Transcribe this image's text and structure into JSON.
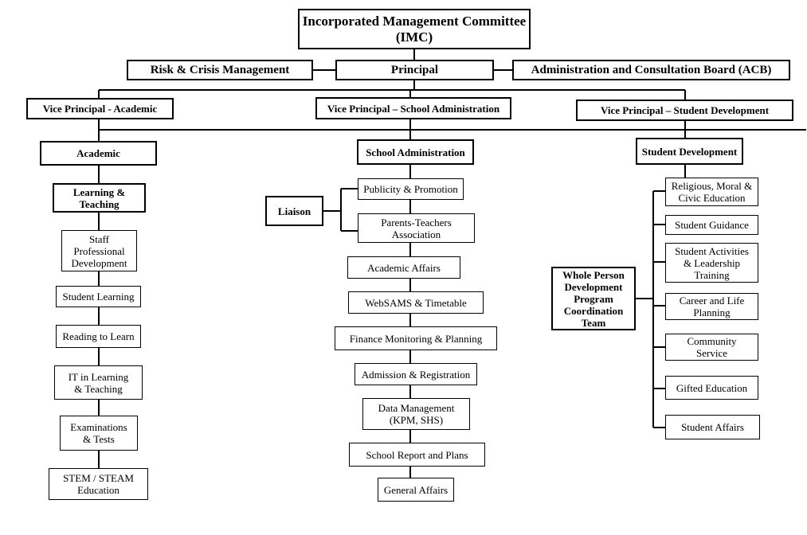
{
  "top": {
    "imc": "Incorporated Management Committee\n(IMC)",
    "principal": "Principal",
    "risk": "Risk & Crisis Management",
    "acb": "Administration and Consultation Board (ACB)"
  },
  "vice_principals": {
    "academic": "Vice Principal - Academic",
    "admin": "Vice Principal – School Administration",
    "student_dev": "Vice Principal – Student Development"
  },
  "academic": {
    "head": "Academic",
    "items": [
      "Learning &\nTeaching",
      "Staff\nProfessional\nDevelopment",
      "Student Learning",
      "Reading to Learn",
      "IT in Learning\n& Teaching",
      "Examinations\n& Tests",
      "STEM / STEAM\nEducation"
    ]
  },
  "school_admin": {
    "head": "School Administration",
    "liaison": "Liaison",
    "items": [
      "Publicity & Promotion",
      "Parents-Teachers\nAssociation",
      "Academic Affairs",
      "WebSAMS & Timetable",
      "Finance Monitoring & Planning",
      "Admission & Registration",
      "Data Management\n(KPM, SHS)",
      "School Report and Plans",
      "General Affairs"
    ]
  },
  "student_dev": {
    "head": "Student Development",
    "team": "Whole Person\nDevelopment\nProgram\nCoordination\nTeam",
    "items": [
      "Religious, Moral &\nCivic Education",
      "Student Guidance",
      "Student Activities\n& Leadership\nTraining",
      "Career and Life\nPlanning",
      "Community\nService",
      "Gifted Education",
      "Student Affairs"
    ]
  }
}
